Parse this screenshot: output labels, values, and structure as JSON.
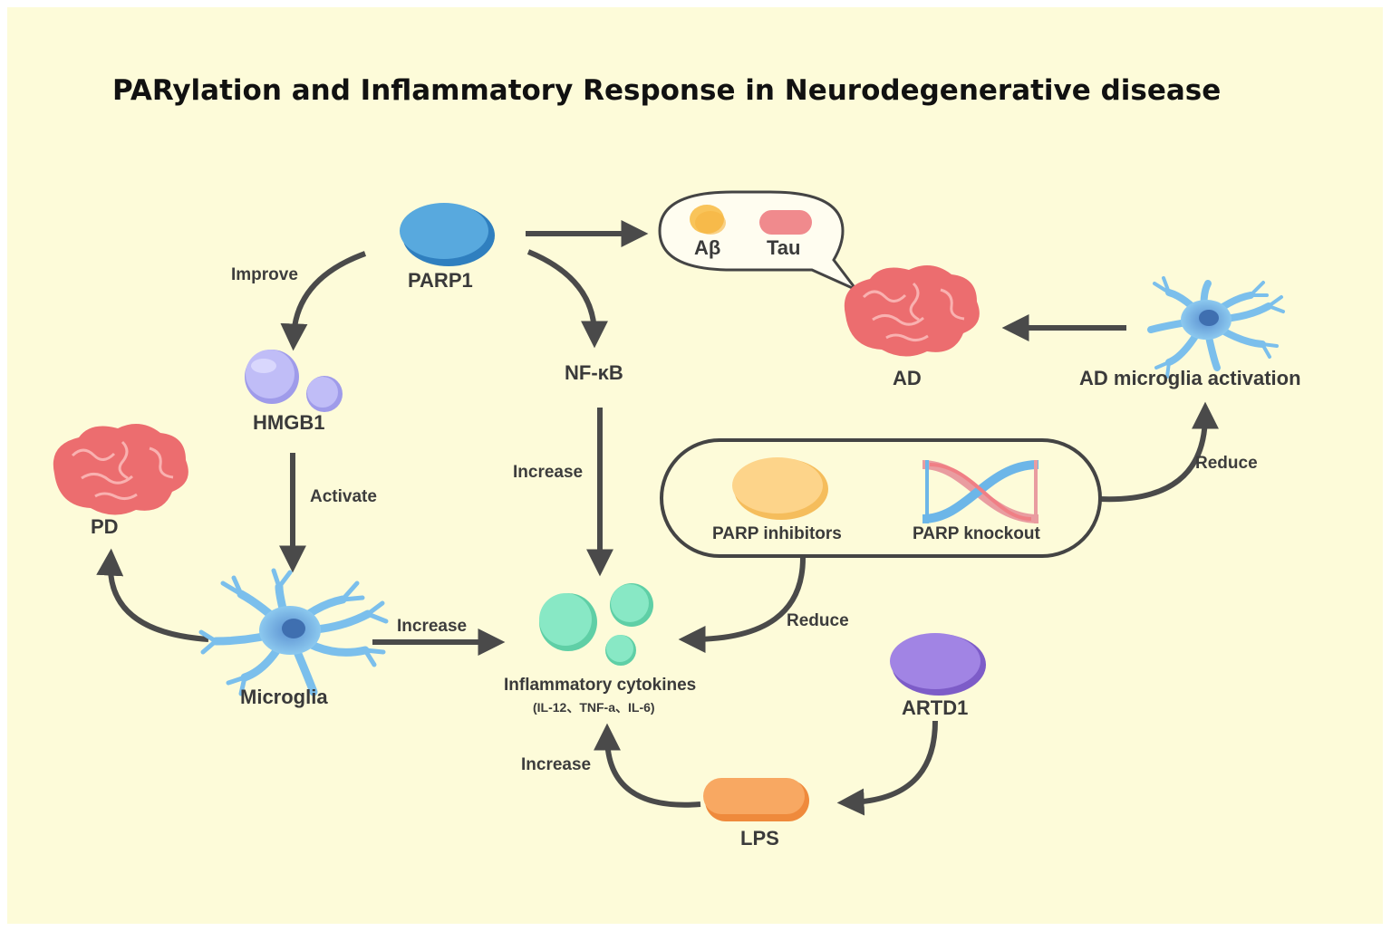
{
  "title": "PARylation and Inflammatory Response in Neurodegenerative disease",
  "nodes": {
    "parp1": "PARP1",
    "abeta": "Aβ",
    "tau": "Tau",
    "ad": "AD",
    "ad_microglia": "AD microglia activation",
    "hmgb1": "HMGB1",
    "nfkb": "NF-κB",
    "pd": "PD",
    "microglia": "Microglia",
    "cytokines": "Inflammatory cytokines",
    "cytokines_list": "(IL-12、TNF-a、IL-6)",
    "parp_inhibitors": "PARP  inhibitors",
    "parp_knockout": "PARP knockout",
    "artd1": "ARTD1",
    "lps": "LPS"
  },
  "edges": {
    "improve": "Improve",
    "activate": "Activate",
    "increase_nfkb": "Increase",
    "increase_microglia": "Increase",
    "increase_lps": "Increase",
    "reduce_cytokines": "Reduce",
    "reduce_ad": "Reduce"
  },
  "colors": {
    "background": "#fdfbd9",
    "parp1": "#4a9fd8",
    "hmgb1": "#b3b0f5",
    "cytokines": "#7ee3bf",
    "inhibitor": "#fcd58a",
    "artd1": "#9a79e0",
    "lps": "#f7a45e",
    "brain": "#ec6d6f",
    "microglia": "#7bbfec",
    "arrow": "#4a4a4a"
  }
}
